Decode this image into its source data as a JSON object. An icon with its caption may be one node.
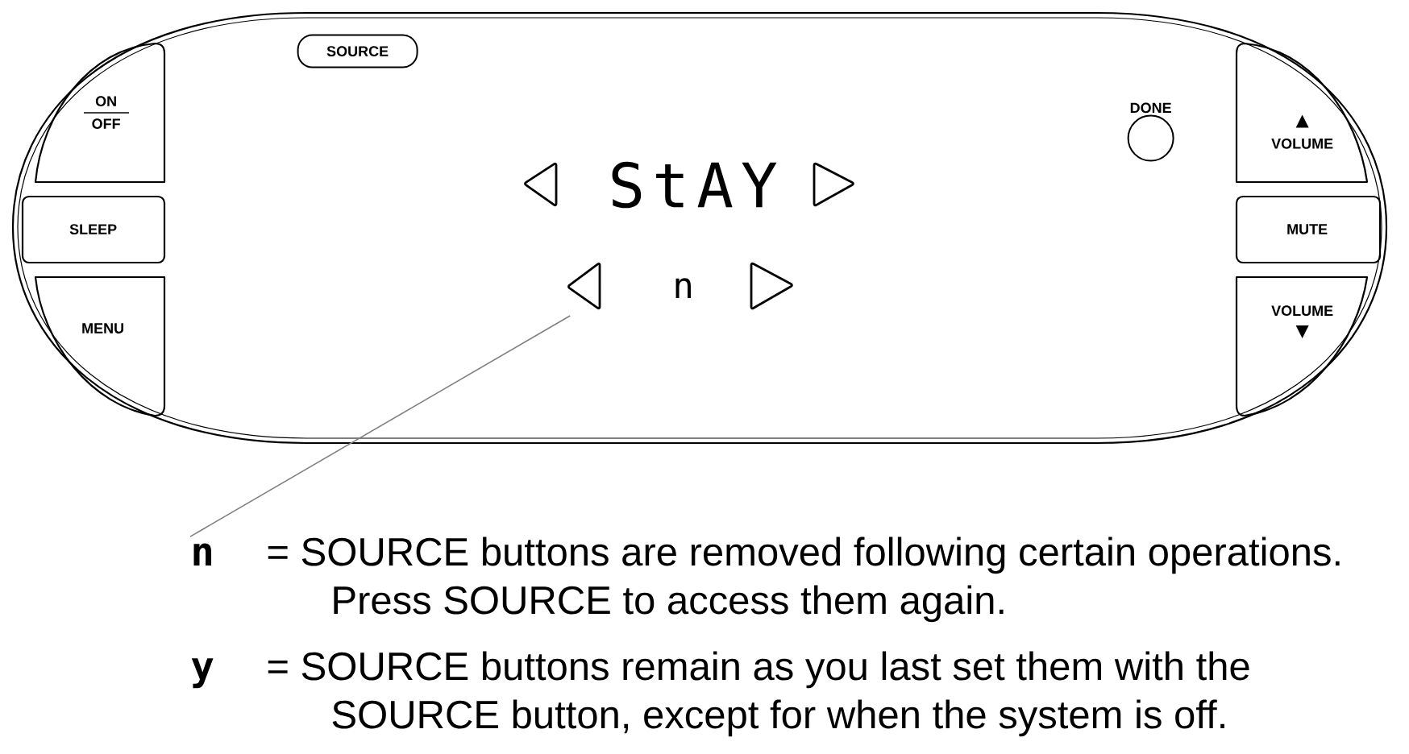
{
  "diagram": {
    "nodes": [
      {
        "text": [],
        "shape": "box"
      },
      {
        "text": [
          "SOURCE"
        ],
        "in": 0
      },
      {
        "text": [
          "ON",
          "OFF"
        ],
        "in": 0
      },
      {
        "text": [
          "SLEEP"
        ],
        "in": 0
      },
      {
        "text": [
          "MENU"
        ],
        "in": 0
      },
      {
        "text": [
          "DONE"
        ],
        "in": 0
      },
      {
        "text": [
          "VOLUME"
        ],
        "in": 0
      },
      {
        "text": [
          "MUTE"
        ],
        "in": 0
      },
      {
        "text": [
          "VOLUME"
        ],
        "in": 0
      },
      {
        "text": [
          "StAY"
        ],
        "in": 0
      },
      {
        "text": [
          "n"
        ],
        "in": 0
      },
      {
        "text": [
          "n",
          "= SOURCE buttons are removed following certain operations. Press SOURCE to access them again."
        ]
      }
    ],
    "edges": [
      {
        "from": 11,
        "to": 10,
        "arrow": "none"
      }
    ],
    "labels": [
      "y",
      "= SOURCE buttons remain as you last set them with the SOURCE button, except for when the system is off."
    ]
  }
}
